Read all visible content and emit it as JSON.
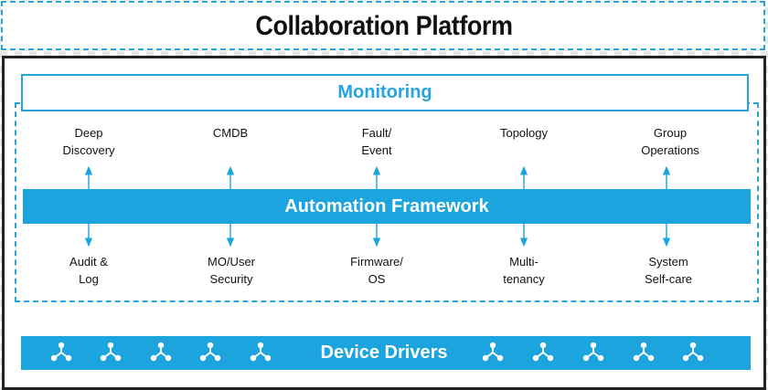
{
  "title": "Collaboration Platform",
  "monitoring": {
    "label": "Monitoring"
  },
  "automation": {
    "label": "Automation Framework"
  },
  "top_nodes": [
    {
      "line1": "Deep",
      "line2": "Discovery"
    },
    {
      "line1": "CMDB",
      "line2": ""
    },
    {
      "line1": "Fault/",
      "line2": "Event"
    },
    {
      "line1": "Topology",
      "line2": ""
    },
    {
      "line1": "Group",
      "line2": "Operations"
    }
  ],
  "bottom_nodes": [
    {
      "line1": "Audit &",
      "line2": "Log"
    },
    {
      "line1": "MO/User",
      "line2": "Security"
    },
    {
      "line1": "Firmware/",
      "line2": "OS"
    },
    {
      "line1": "Multi-",
      "line2": "tenancy"
    },
    {
      "line1": "System",
      "line2": "Self-care"
    }
  ],
  "device_drivers": {
    "label": "Device Drivers",
    "icon": "network-node-icon"
  },
  "colors": {
    "accent": "#1ba4dd",
    "frame": "#222222",
    "dashed": "#29a3dd"
  }
}
